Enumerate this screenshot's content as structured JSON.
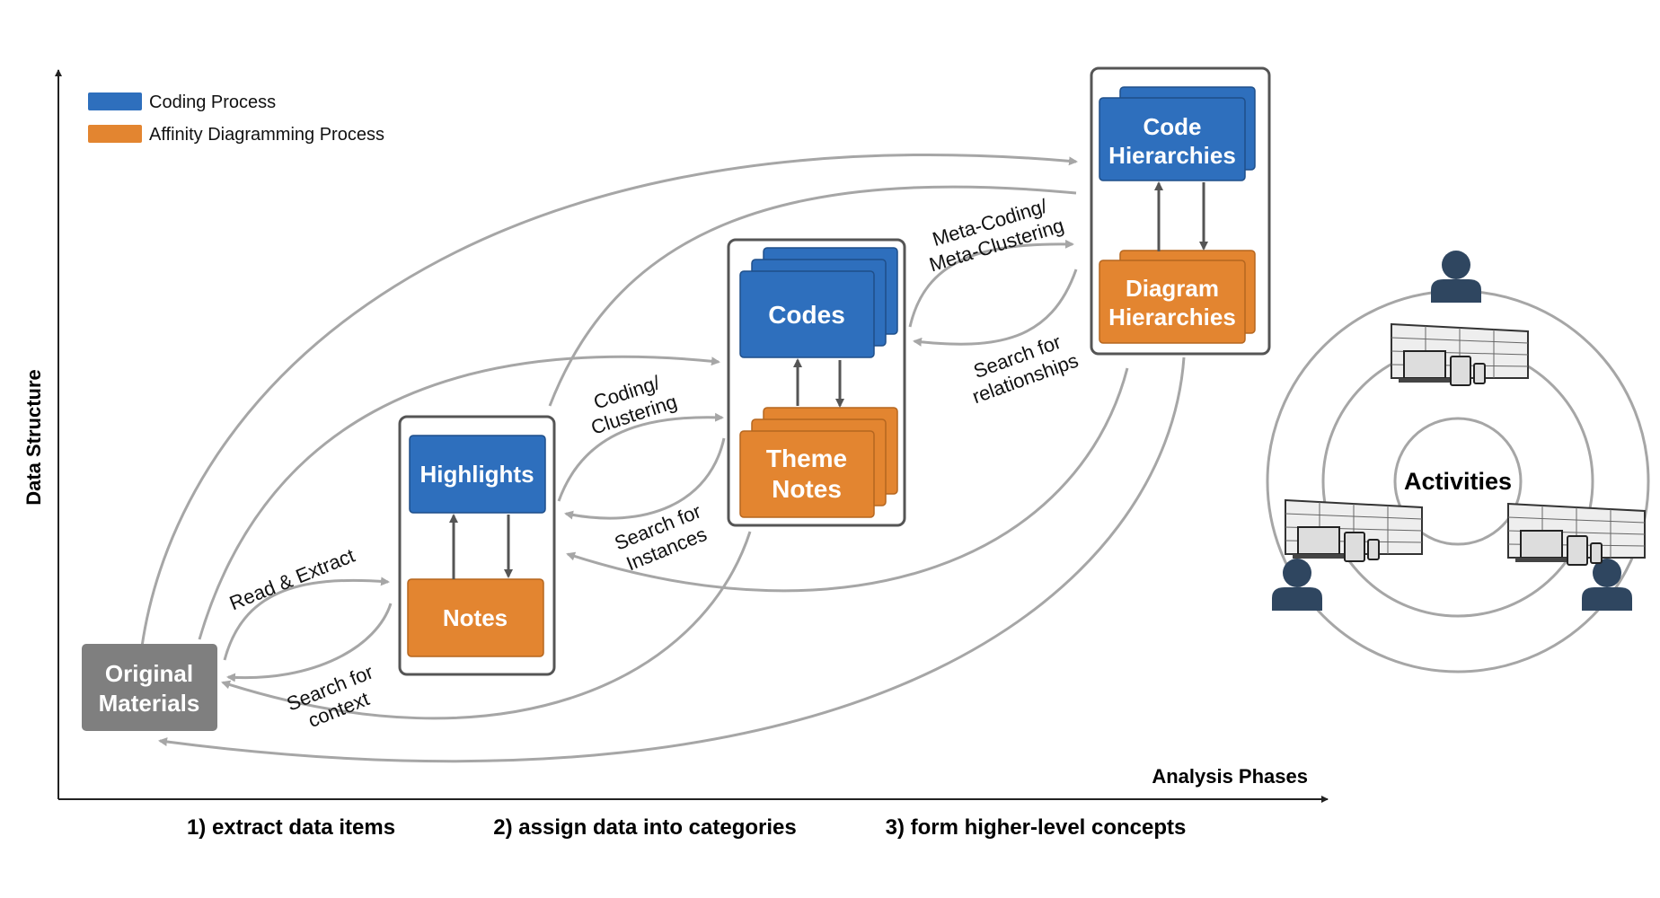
{
  "legend": {
    "coding_label": "Coding Process",
    "affinity_label": "Affinity Diagramming Process"
  },
  "colors": {
    "coding": "#2e6fbd",
    "affinity": "#e38530",
    "original": "#7f7f7f",
    "flow_arrow": "#a6a6a6",
    "person": "#2f4660"
  },
  "axes": {
    "y_label": "Data Structure",
    "x_label": "Analysis Phases"
  },
  "phases": [
    "1) extract data items",
    "2) assign data into categories",
    "3) form higher-level concepts"
  ],
  "nodes": {
    "original": [
      "Original",
      "Materials"
    ],
    "highlights": "Highlights",
    "notes": "Notes",
    "codes": "Codes",
    "theme_notes": [
      "Theme",
      "Notes"
    ],
    "code_hierarchies": [
      "Code",
      "Hierarchies"
    ],
    "diagram_hierarchies": [
      "Diagram",
      "Hierarchies"
    ]
  },
  "arrow_labels": {
    "read_extract": "Read & Extract",
    "search_context": [
      "Search for",
      "context"
    ],
    "coding_clustering": [
      "Coding/",
      "Clustering"
    ],
    "search_instances": [
      "Search for",
      "Instances"
    ],
    "meta_coding": [
      "Meta-Coding/",
      "Meta-Clustering"
    ],
    "search_relationships": [
      "Search for",
      "relationships"
    ]
  },
  "activities": {
    "label": "Activities",
    "icons": [
      "person-icon",
      "display-wall-icon",
      "laptop-icon",
      "tablet-icon",
      "phone-icon"
    ]
  }
}
